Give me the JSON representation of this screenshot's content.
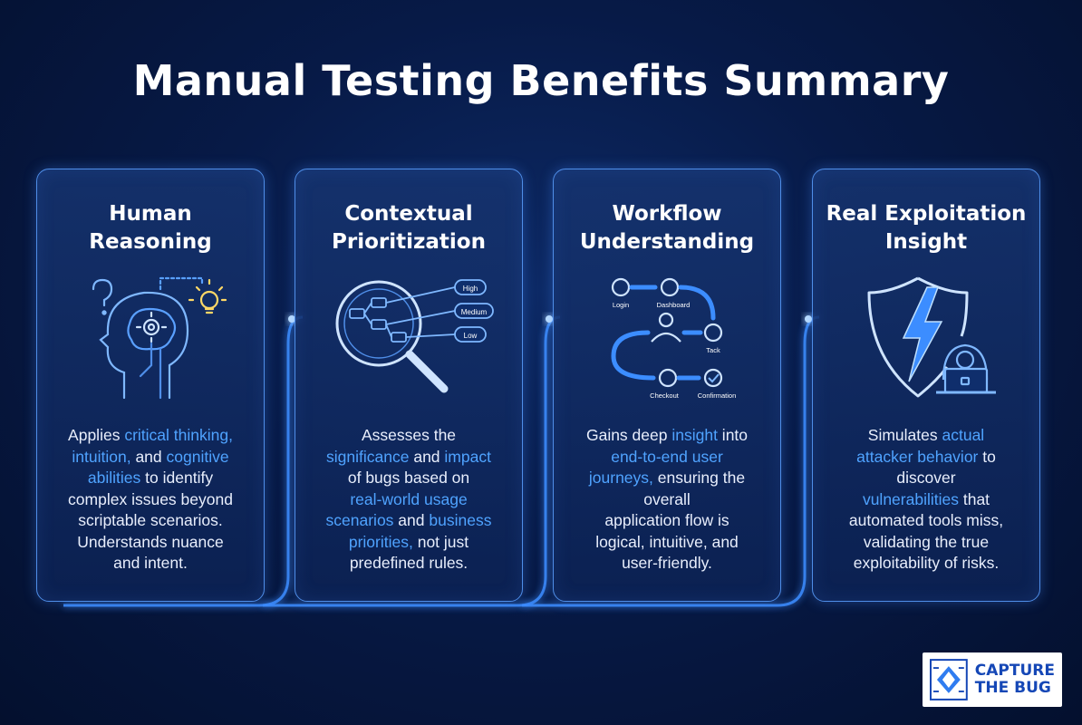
{
  "title": "Manual Testing Benefits Summary",
  "cards": [
    {
      "title_lines": [
        "Human",
        "Reasoning"
      ],
      "icon": "brain-gear-icon",
      "desc": [
        [
          {
            "t": "Applies "
          },
          {
            "t": "critical thinking,",
            "h": true
          }
        ],
        [
          {
            "t": "intuition,",
            "h": true
          },
          {
            "t": " and "
          },
          {
            "t": "cognitive",
            "h": true
          }
        ],
        [
          {
            "t": "abilities",
            "h": true
          },
          {
            "t": " to identify"
          }
        ],
        [
          {
            "t": "complex issues beyond"
          }
        ],
        [
          {
            "t": "scriptable scenarios."
          }
        ],
        [
          {
            "t": "Understands nuance"
          }
        ],
        [
          {
            "t": "and intent."
          }
        ]
      ]
    },
    {
      "title_lines": [
        "Contextual",
        "Prioritization"
      ],
      "icon": "magnifier-priority-icon",
      "icon_labels": [
        "High",
        "Medium",
        "Low"
      ],
      "desc": [
        [
          {
            "t": "Assesses the"
          }
        ],
        [
          {
            "t": "significance",
            "h": true
          },
          {
            "t": " and "
          },
          {
            "t": "impact",
            "h": true
          }
        ],
        [
          {
            "t": "of bugs based on"
          }
        ],
        [
          {
            "t": "real-world usage",
            "h": true
          }
        ],
        [
          {
            "t": "scenarios",
            "h": true
          },
          {
            "t": " and "
          },
          {
            "t": "business",
            "h": true
          }
        ],
        [
          {
            "t": "priorities,",
            "h": true
          },
          {
            "t": " not just"
          }
        ],
        [
          {
            "t": "predefined rules."
          }
        ]
      ]
    },
    {
      "title_lines": [
        "Workflow",
        "Understanding"
      ],
      "icon": "workflow-icon",
      "icon_labels": [
        "Login",
        "Dashboard",
        "Tack",
        "Checkout",
        "Confirmation"
      ],
      "desc": [
        [
          {
            "t": "Gains deep "
          },
          {
            "t": "insight",
            "h": true
          },
          {
            "t": " into"
          }
        ],
        [
          {
            "t": "end-to-end user",
            "h": true
          }
        ],
        [
          {
            "t": "journeys,",
            "h": true
          },
          {
            "t": " ensuring the"
          }
        ],
        [
          {
            "t": "overall"
          }
        ],
        [
          {
            "t": "application flow is"
          }
        ],
        [
          {
            "t": "logical, intuitive, and"
          }
        ],
        [
          {
            "t": "user-friendly."
          }
        ]
      ]
    },
    {
      "title_lines": [
        "Real Exploitation",
        "Insight"
      ],
      "icon": "shield-hacker-icon",
      "desc": [
        [
          {
            "t": "Simulates "
          },
          {
            "t": "actual",
            "h": true
          }
        ],
        [
          {
            "t": "attacker behavior",
            "h": true
          },
          {
            "t": " to"
          }
        ],
        [
          {
            "t": "discover"
          }
        ],
        [
          {
            "t": "vulnerabilities",
            "h": true
          },
          {
            "t": " that"
          }
        ],
        [
          {
            "t": "automated tools miss,"
          }
        ],
        [
          {
            "t": "validating the true"
          }
        ],
        [
          {
            "t": "exploitability of risks."
          }
        ]
      ]
    }
  ],
  "logo": {
    "line1": "CAPTURE",
    "line2": "THE BUG"
  },
  "colors": {
    "accent": "#4fa3ff",
    "border": "#4f8ee8",
    "background": "#071a47"
  }
}
